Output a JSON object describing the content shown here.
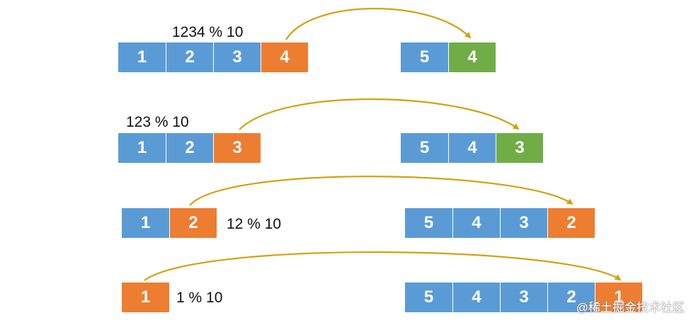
{
  "colors": {
    "digit": "#5b9bd5",
    "extracted": "#ed7d31",
    "appended": "#70ad47",
    "arrow": "#d4a10f"
  },
  "steps": [
    {
      "operation": "1234 % 10",
      "source": [
        {
          "value": "1",
          "role": "digit"
        },
        {
          "value": "2",
          "role": "digit"
        },
        {
          "value": "3",
          "role": "digit"
        },
        {
          "value": "4",
          "role": "extracted"
        }
      ],
      "result": [
        {
          "value": "5",
          "role": "digit"
        },
        {
          "value": "4",
          "role": "appended"
        }
      ]
    },
    {
      "operation": "123 % 10",
      "source": [
        {
          "value": "1",
          "role": "digit"
        },
        {
          "value": "2",
          "role": "digit"
        },
        {
          "value": "3",
          "role": "extracted"
        }
      ],
      "result": [
        {
          "value": "5",
          "role": "digit"
        },
        {
          "value": "4",
          "role": "digit"
        },
        {
          "value": "3",
          "role": "appended"
        }
      ]
    },
    {
      "operation": "12 % 10",
      "source": [
        {
          "value": "1",
          "role": "digit"
        },
        {
          "value": "2",
          "role": "extracted"
        }
      ],
      "result": [
        {
          "value": "5",
          "role": "digit"
        },
        {
          "value": "4",
          "role": "digit"
        },
        {
          "value": "3",
          "role": "digit"
        },
        {
          "value": "2",
          "role": "extracted"
        }
      ]
    },
    {
      "operation": "1 % 10",
      "source": [
        {
          "value": "1",
          "role": "extracted"
        }
      ],
      "result": [
        {
          "value": "5",
          "role": "digit"
        },
        {
          "value": "4",
          "role": "digit"
        },
        {
          "value": "3",
          "role": "digit"
        },
        {
          "value": "2",
          "role": "digit"
        },
        {
          "value": "1",
          "role": "extracted"
        }
      ]
    }
  ],
  "watermark": "@稀土掘金技术社区"
}
